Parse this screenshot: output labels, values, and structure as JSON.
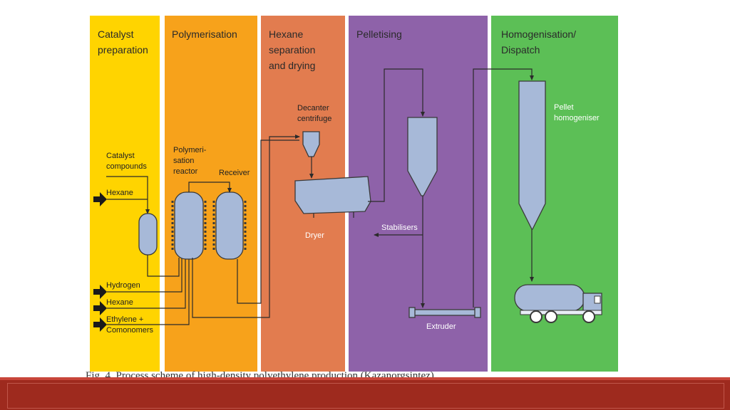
{
  "lanes": [
    {
      "title_lines": [
        "Catalyst",
        "preparation"
      ],
      "color": "#ffd400"
    },
    {
      "title_lines": [
        "Polymerisation"
      ],
      "color": "#f7a21b"
    },
    {
      "title_lines": [
        "Hexane",
        "separation",
        "and drying"
      ],
      "color": "#e27c4f"
    },
    {
      "title_lines": [
        "Pelletising"
      ],
      "color": "#8e62a9"
    },
    {
      "title_lines": [
        "Homogenisation/",
        "Dispatch"
      ],
      "color": "#5cbf56"
    }
  ],
  "labels": {
    "catalyst_compounds": [
      "Catalyst",
      "compounds"
    ],
    "hexane_top": "Hexane",
    "polymerisation_reactor": [
      "Polymeri-",
      "sation",
      "reactor"
    ],
    "receiver": "Receiver",
    "decanter_centrifuge": [
      "Decanter",
      "centrifuge"
    ],
    "dryer": "Dryer",
    "stabilisers": "Stabilisers",
    "extruder": "Extruder",
    "pellet_homogeniser": [
      "Pellet",
      "homogeniser"
    ],
    "hydrogen": "Hydrogen",
    "hexane_bottom": "Hexane",
    "ethylene_comonomers": [
      "Ethylene +",
      "Comonomers"
    ]
  },
  "caption": "Fig. 4. Process scheme of high-density polyethylene production (Kazanorgsintez)",
  "colors": {
    "vessel": "#a7b9d8",
    "footer": "#9e2a1e",
    "line": "#2b2b2b"
  }
}
